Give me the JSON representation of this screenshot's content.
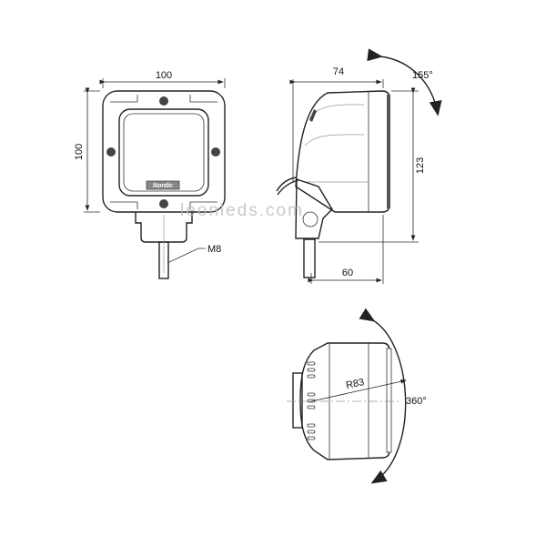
{
  "drawing": {
    "front_view": {
      "width_label": "100",
      "height_label": "100",
      "thread_label": "M8",
      "brand_plate": "Nordic"
    },
    "side_view": {
      "depth_label": "74",
      "height_label": "123",
      "mount_depth_label": "60",
      "tilt_angle_label": "155°"
    },
    "top_view": {
      "radius_label": "R83",
      "rotation_label": "360°"
    },
    "watermark": "leonleds.com"
  }
}
